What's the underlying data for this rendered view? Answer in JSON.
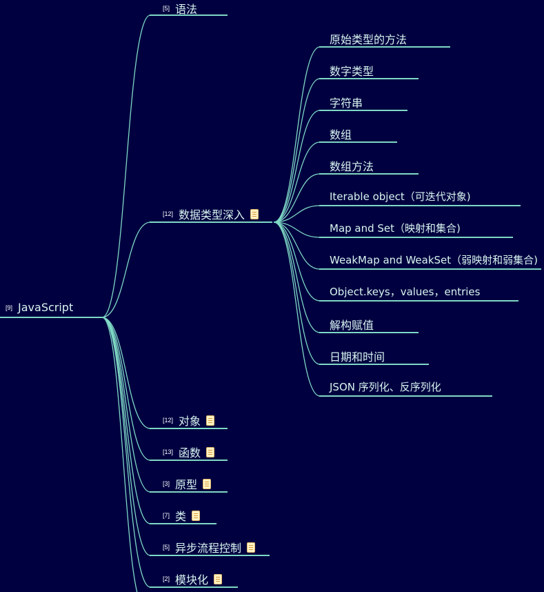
{
  "root": {
    "count": "[9]",
    "label": "JavaScript"
  },
  "branches": [
    {
      "id": "yufa",
      "count": "[5]",
      "label": "语法",
      "note": false
    },
    {
      "id": "datatypes",
      "count": "[12]",
      "label": "数据类型深入",
      "note": true
    },
    {
      "id": "object",
      "count": "[12]",
      "label": "对象",
      "note": true
    },
    {
      "id": "function",
      "count": "[13]",
      "label": "函数",
      "note": true
    },
    {
      "id": "prototype",
      "count": "[3]",
      "label": "原型",
      "note": true
    },
    {
      "id": "class",
      "count": "[7]",
      "label": "类",
      "note": true
    },
    {
      "id": "async",
      "count": "[5]",
      "label": "异步流程控制",
      "note": true
    },
    {
      "id": "module",
      "count": "[2]",
      "label": "模块化",
      "note": true
    }
  ],
  "datatypes_children": [
    "原始类型的方法",
    "数字类型",
    "字符串",
    "数组",
    "数组方法",
    "Iterable object（可迭代对象)",
    "Map and Set（映射和集合)",
    "WeakMap and WeakSet（弱映射和弱集合)",
    "Object.keys，values，entries",
    "解构赋值",
    "日期和时间",
    "JSON 序列化、反序列化"
  ],
  "colors": {
    "background": "#000040",
    "line": "#7fd9c6",
    "text": "#d8f5ef"
  }
}
